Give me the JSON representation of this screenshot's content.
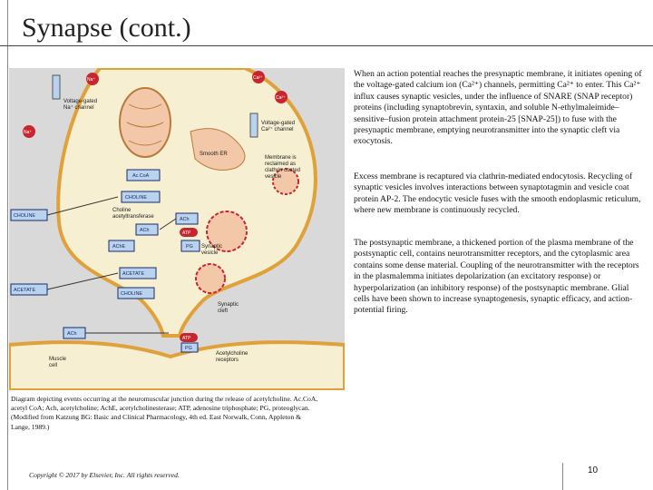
{
  "slide": {
    "title": "Synapse (cont.)",
    "paragraph1": "When an action potential reaches the presynaptic membrane, it initiates opening of the voltage-gated calcium ion (Ca²⁺) channels, permitting Ca²⁺ to enter. This Ca²⁺ influx causes synaptic vesicles, under the influence of SNARE (SNAP receptor) proteins (including synaptobrevin, syntaxin, and soluble N-ethylmaleimide–sensitive–fusion protein attachment protein-25 [SNAP-25]) to fuse with the presynaptic membrane, emptying neurotransmitter into the synaptic cleft via exocytosis.",
    "paragraph2": "Excess membrane is recaptured via clathrin-mediated endocytosis. Recycling of synaptic vesicles involves interactions between synaptotagmin and vesicle coat protein AP-2. The endocytic vesicle fuses with the smooth endoplasmic reticulum, where new membrane is continuously recycled.",
    "paragraph3": "The postsynaptic membrane, a thickened portion of the plasma membrane of the postsynaptic cell, contains neurotransmitter receptors, and the cytoplasmic area contains some dense material. Coupling of the neurotransmitter with the receptors in the plasmalemma initiates depolarization (an excitatory response) or hyperpolarization (an inhibitory response) of the postsynaptic membrane. Glial cells have been shown to increase synaptogenesis, synaptic efficacy, and action-potential firing.",
    "caption": "Diagram depicting events occurring at the neuromuscular junction during the release of acetylcholine. Ac.CoA, acetyl CoA; Ach, acetylcholine; AchE, acetylcholinesterase; ATP, adenosine triphosphate; PG, proteoglycan. (Modified from Katzung BG: Basic and Clinical Pharmacology, 4th ed. East Norwalk, Conn, Appleton & Lange, 1989.)",
    "copyright": "Copyright © 2017 by Elsevier, Inc. All rights reserved.",
    "page_number": "10"
  },
  "figure": {
    "labels": {
      "voltage_na": "Voltage-gated",
      "voltage_na2": "Na⁺ channel",
      "ca_channel": "Voltage-gated",
      "ca_channel2": "Ca²⁺ channel",
      "smooth_er": "Smooth ER",
      "membrane1": "Membrane is",
      "membrane2": "reclaimed as",
      "membrane3": "clathrin coated",
      "membrane4": "vesicle",
      "choline_at1": "Choline",
      "choline_at2": "acetyltransferase",
      "synaptic_vesicle1": "Synaptic",
      "synaptic_vesicle2": "vesicle",
      "synaptic_cleft1": "Synaptic",
      "synaptic_cleft2": "cleft",
      "muscle_cell1": "Muscle",
      "muscle_cell2": "cell",
      "ach_receptors1": "Acetylcholine",
      "ach_receptors2": "receptors",
      "na": "Na⁺",
      "ca": "Ca²⁺",
      "acoa": "Ac.CoA",
      "choline": "CHOLINE",
      "ache": "AChE",
      "acetate": "ACETATE",
      "ach": "ACh",
      "atp": "ATP",
      "pg": "PG"
    },
    "colors": {
      "cytoplasm": "#f6efd2",
      "membrane": "#e0a13a",
      "box_fill": "#b9d2ee",
      "red_ion": "#c8262e",
      "vesicle": "#f3c8a8",
      "background_panel": "#d9d9d9"
    }
  }
}
